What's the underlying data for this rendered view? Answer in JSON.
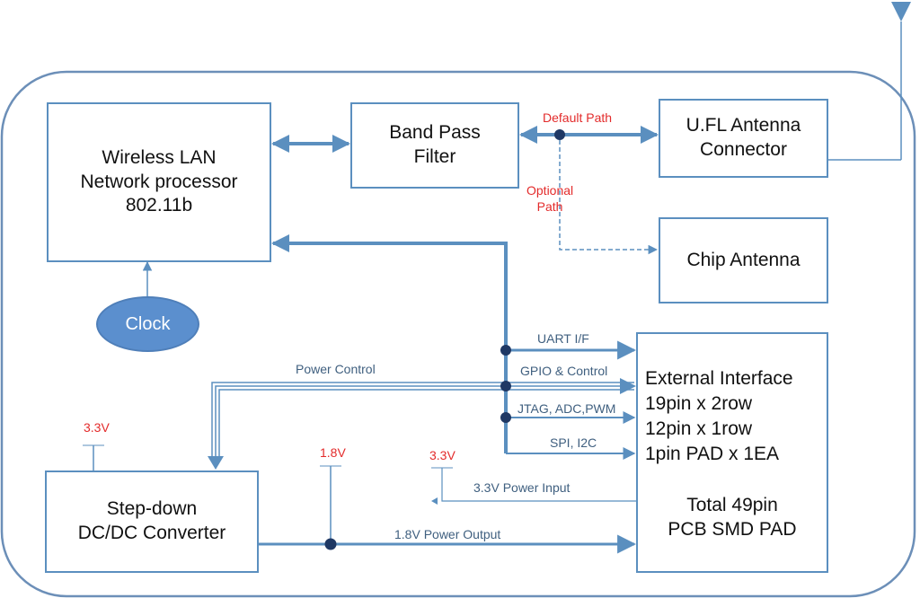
{
  "blocks": {
    "wlan": "Wireless LAN\nNetwork processor\n802.11b",
    "bpf": "Band Pass\nFilter",
    "ufl": "U.FL Antenna\nConnector",
    "chip": "Chip Antenna",
    "ext_lines": [
      "External Interface",
      "19pin x 2row",
      "12pin x 1row",
      "1pin PAD x 1EA"
    ],
    "ext_total": "Total 49pin\nPCB SMD PAD",
    "stepdown": "Step-down\nDC/DC Converter",
    "clock": "Clock"
  },
  "labels": {
    "default_path": "Default Path",
    "optional_path": "Optional\nPath",
    "uart": "UART I/F",
    "gpio": "GPIO & Control",
    "jtag": "JTAG, ADC,PWM",
    "spi": "SPI, I2C",
    "power_control": "Power Control",
    "v33_left": "3.3V",
    "v18": "1.8V",
    "v33_right": "3.3V",
    "power_input": "3.3V Power Input",
    "power_output": "1.8V Power Output"
  },
  "colors": {
    "line": "#5b8fbf",
    "node": "#1f3864",
    "red": "#e32b2b"
  }
}
